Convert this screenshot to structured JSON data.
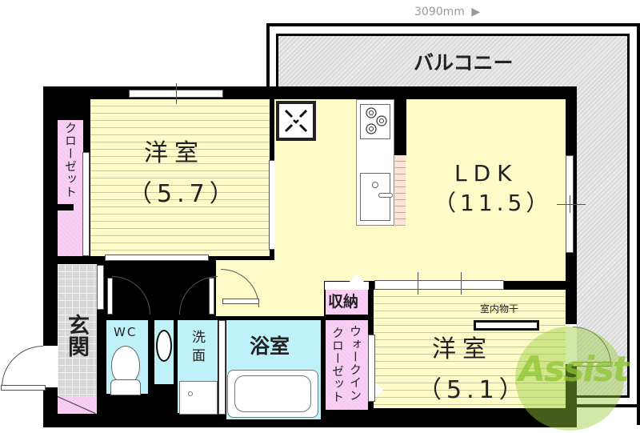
{
  "dimension": {
    "label": "3090mm",
    "arrow": "▶"
  },
  "rooms": {
    "balcony": {
      "label": "バルコニー"
    },
    "western_room_1": {
      "name": "洋室",
      "size": "（5.7）"
    },
    "closet_1": {
      "label": "クローゼット"
    },
    "ldk": {
      "name": "LDK",
      "size": "（11.5）"
    },
    "storage": {
      "label": "収納"
    },
    "western_room_2": {
      "name": "洋室",
      "size": "（5.1）"
    },
    "indoor_drying": {
      "label": "室内物干"
    },
    "walk_in_closet": {
      "label_1": "ウォークイン",
      "label_2": "クローゼット"
    },
    "bathroom": {
      "label": "浴室"
    },
    "washroom": {
      "label": "洗面"
    },
    "toilet": {
      "label": "WC"
    },
    "entrance": {
      "label": "玄関"
    }
  },
  "watermark": {
    "text": "Assist"
  },
  "colors": {
    "wall": "#000000",
    "floor_room": "#fdfcc8",
    "floor_wet": "#bff1f8",
    "floor_storage": "#f8c9f2",
    "floor_entrance": "#d6d6d6",
    "balcony": "#e8e8e8",
    "watermark_green": "#9ccc3c"
  }
}
